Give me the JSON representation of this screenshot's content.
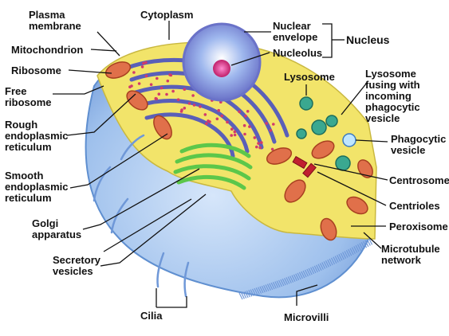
{
  "labels": {
    "plasma_membrane": "Plasma\nmembrane",
    "mitochondrion": "Mitochondrion",
    "ribosome": "Ribosome",
    "free_ribosome": "Free\nribosome",
    "rough_er": "Rough\nendoplasmic\nreticulum",
    "smooth_er": "Smooth\nendoplasmic\nreticulum",
    "golgi": "Golgi\napparatus",
    "secretory_vesicles": "Secretory\nvesicles",
    "cilia": "Cilia",
    "cytoplasm": "Cytoplasm",
    "nuclear_envelope": "Nuclear\nenvelope",
    "nucleolus": "Nucleolus",
    "nucleus": "Nucleus",
    "lysosome": "Lysosome",
    "lysosome_fusing": "Lysosome\nfusing with\nincoming\nphagocytic\nvesicle",
    "phagocytic_vesicle": "Phagocytic\nvesicle",
    "centrosome": "Centrosome",
    "centrioles": "Centrioles",
    "peroxisome": "Peroxisome",
    "microtubule_network": "Microtubule\nnetwork",
    "microvilli": "Microvilli"
  },
  "colors": {
    "membrane": "#a8c8ee",
    "membrane_dark": "#5f8fd0",
    "cytoplasm": "#f2e46a",
    "rough_er": "#5a5fb8",
    "ribosome": "#d23a6a",
    "golgi": "#5cc74a",
    "mitochondria": "#e0704a",
    "nucleus": "#a8a0e0",
    "nucleolus": "#e0308a",
    "lysosome": "#3aa890",
    "centrosome": "#c02030",
    "leader": "#111111"
  }
}
